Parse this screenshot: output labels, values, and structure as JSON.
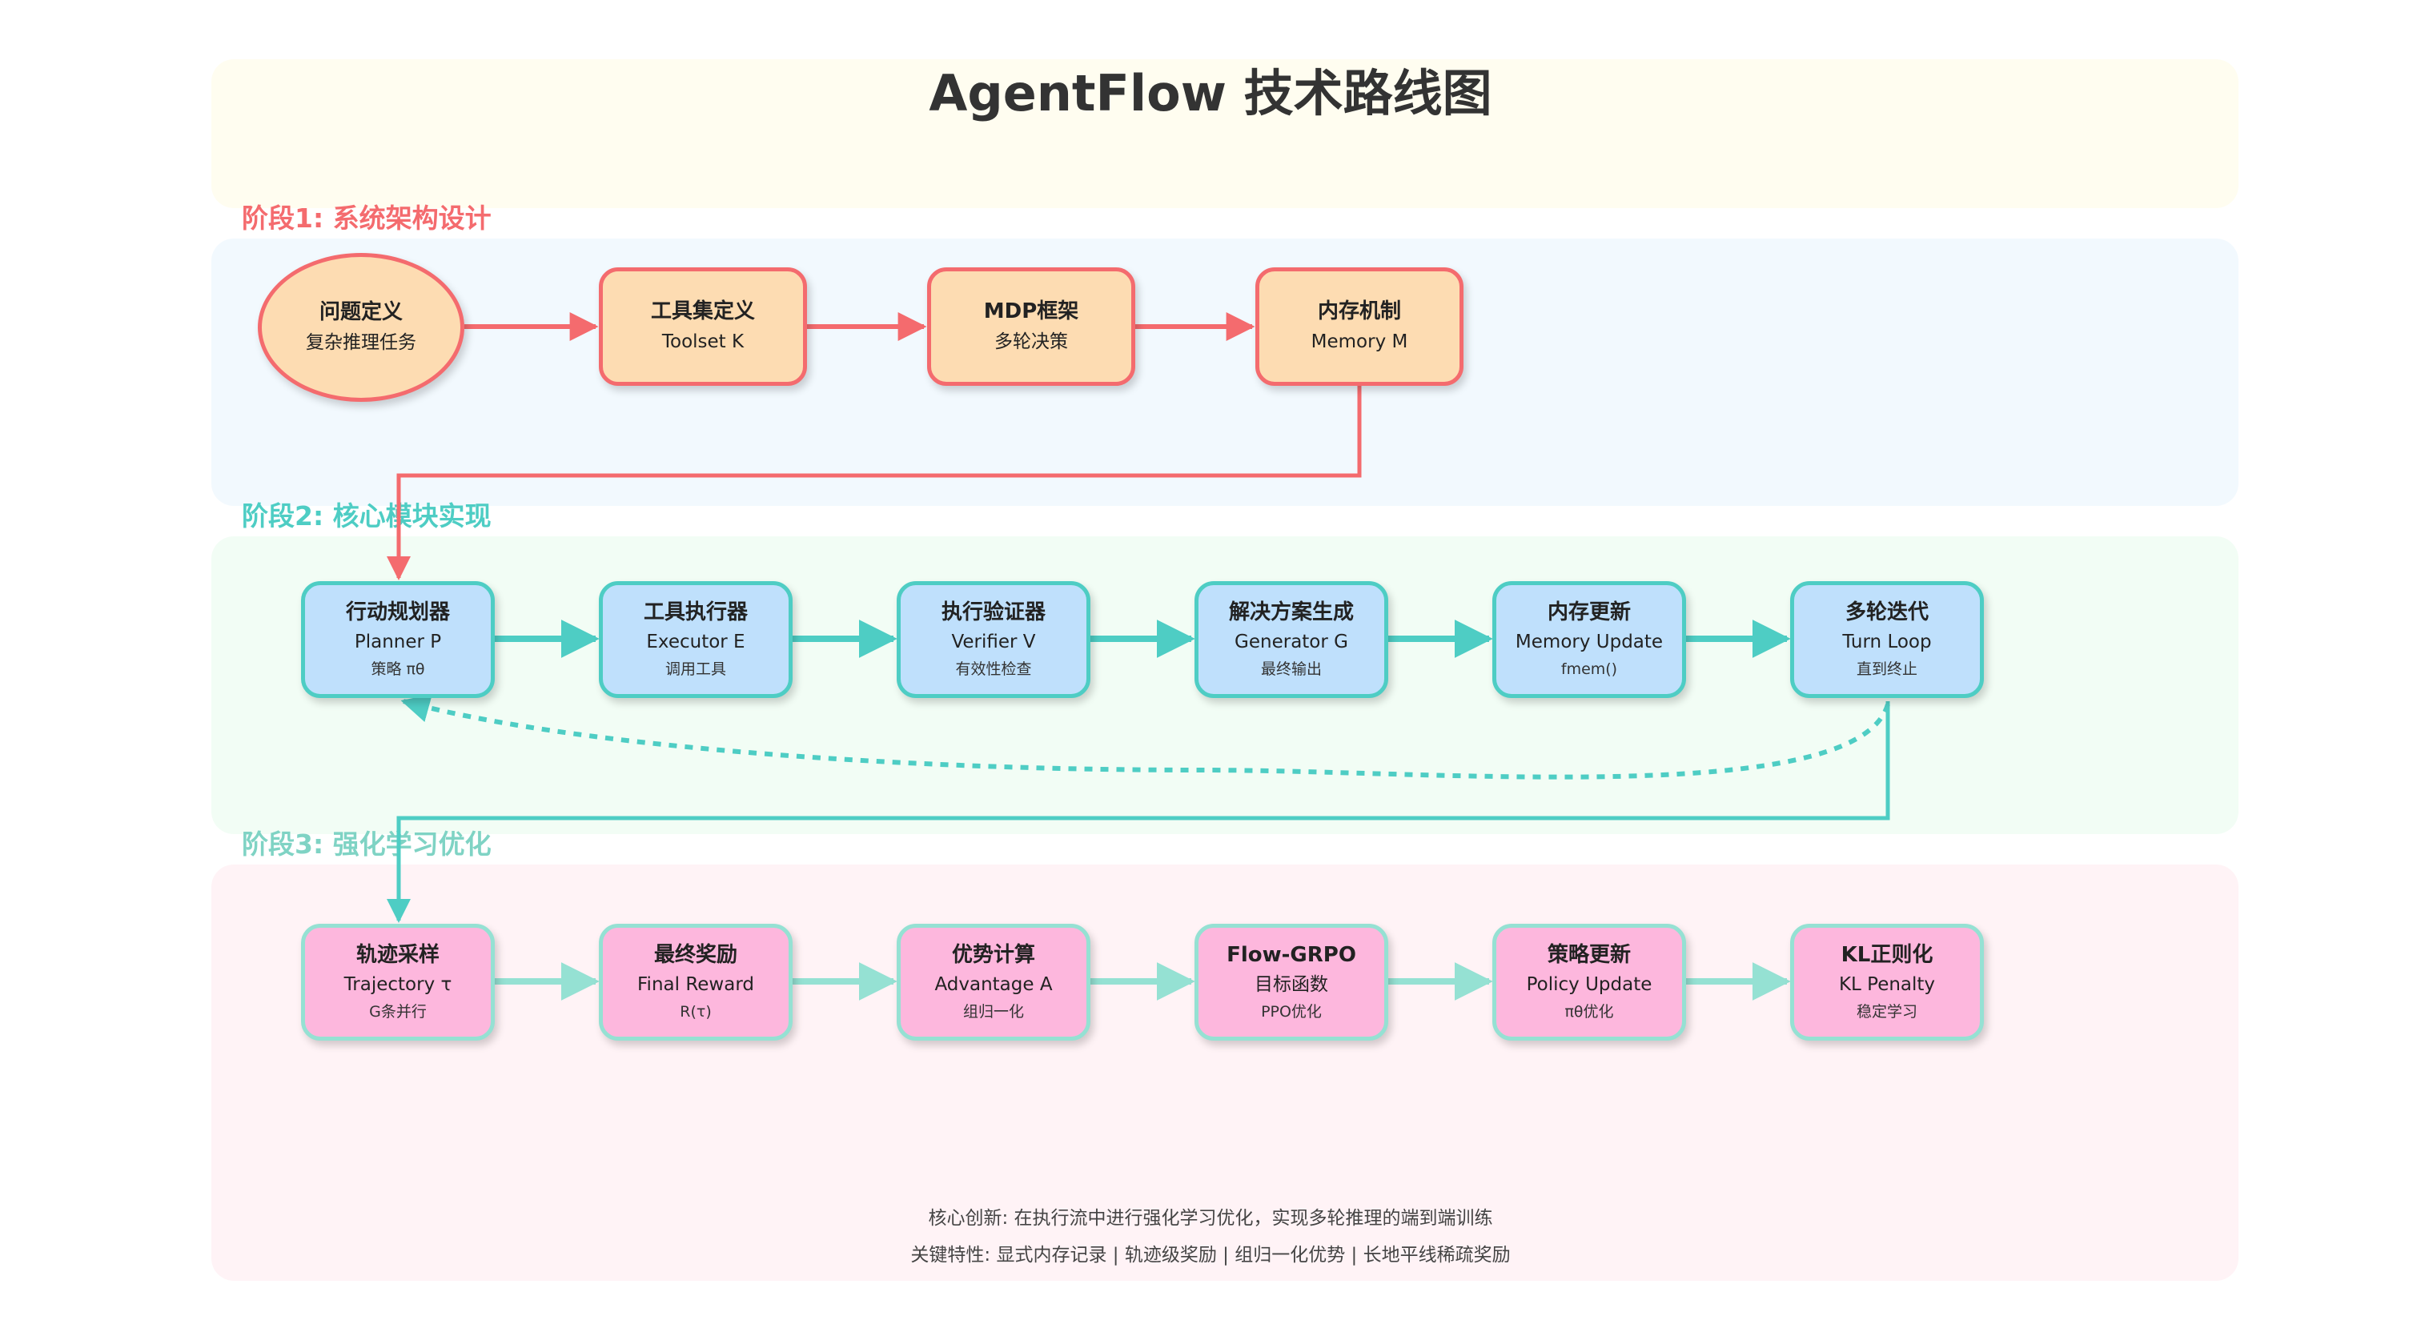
{
  "title": "AgentFlow 技术路线图",
  "colors": {
    "title_band": "#fffdf0",
    "stage1_band": "#f2f9fe",
    "stage2_band": "#f2fdf5",
    "stage3_band": "#fff3f6",
    "stage1_accent": "#f46b6e",
    "stage2_accent": "#4ecdc4",
    "stage3_accent": "#95e1d3"
  },
  "stages": [
    {
      "label": "阶段1: 系统架构设计",
      "nodes": [
        {
          "title": "问题定义",
          "sub": "复杂推理任务"
        },
        {
          "title": "工具集定义",
          "sub": "Toolset K"
        },
        {
          "title": "MDP框架",
          "sub": "多轮决策"
        },
        {
          "title": "内存机制",
          "sub": "Memory M"
        }
      ]
    },
    {
      "label": "阶段2: 核心模块实现",
      "nodes": [
        {
          "title": "行动规划器",
          "sub": "Planner P",
          "sub2": "策略 πθ"
        },
        {
          "title": "工具执行器",
          "sub": "Executor E",
          "sub2": "调用工具"
        },
        {
          "title": "执行验证器",
          "sub": "Verifier V",
          "sub2": "有效性检查"
        },
        {
          "title": "解决方案生成",
          "sub": "Generator G",
          "sub2": "最终输出"
        },
        {
          "title": "内存更新",
          "sub": "Memory Update",
          "sub2": "fmem()"
        },
        {
          "title": "多轮迭代",
          "sub": "Turn Loop",
          "sub2": "直到终止"
        }
      ]
    },
    {
      "label": "阶段3: 强化学习优化",
      "nodes": [
        {
          "title": "轨迹采样",
          "sub": "Trajectory τ",
          "sub2": "G条并行"
        },
        {
          "title": "最终奖励",
          "sub": "Final Reward",
          "sub2": "R(τ)"
        },
        {
          "title": "优势计算",
          "sub": "Advantage A",
          "sub2": "组归一化"
        },
        {
          "title": "Flow-GRPO",
          "sub": "目标函数",
          "sub2": "PPO优化"
        },
        {
          "title": "策略更新",
          "sub": "Policy Update",
          "sub2": "πθ优化"
        },
        {
          "title": "KL正则化",
          "sub": "KL Penalty",
          "sub2": "稳定学习"
        }
      ]
    }
  ],
  "footer": {
    "line1": "核心创新: 在执行流中进行强化学习优化，实现多轮推理的端到端训练",
    "line2": "关键特性: 显式内存记录 | 轨迹级奖励 | 组归一化优势 | 长地平线稀疏奖励"
  }
}
